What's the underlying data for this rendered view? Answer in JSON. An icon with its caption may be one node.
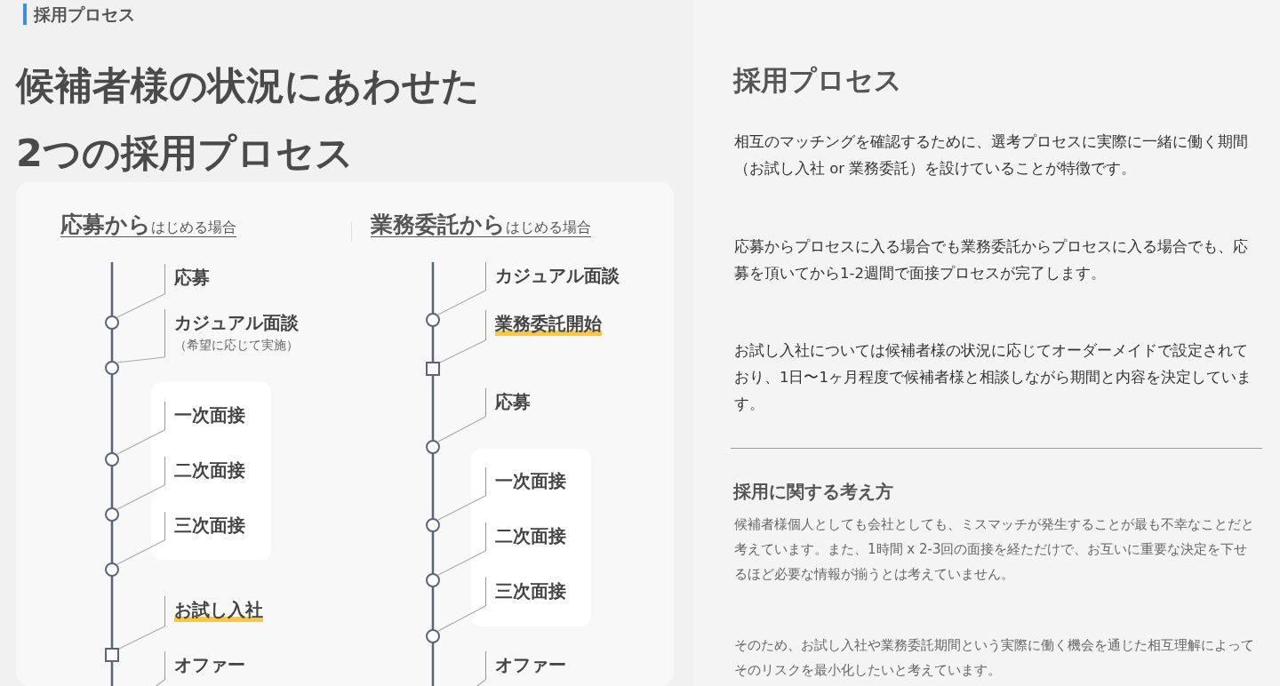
{
  "diagram": {
    "title": "候補者様の状況にあわせた2つの採用プロセス",
    "nodes": [
      {
        "text": [],
        "shape": "box"
      },
      {
        "text": [
          "応募"
        ],
        "in": 0
      },
      {
        "text": [],
        "shape": "circle",
        "in": 0
      },
      {
        "text": [
          "カジュアル面談",
          "（希望に応じて実施）"
        ],
        "in": 0
      },
      {
        "text": [],
        "shape": "circle",
        "in": 0
      },
      {
        "text": [],
        "shape": "box",
        "in": 0
      },
      {
        "text": [
          "一次面接"
        ],
        "in": 5
      },
      {
        "text": [],
        "shape": "circle",
        "in": 0
      },
      {
        "text": [
          "二次面接"
        ],
        "in": 5
      },
      {
        "text": [],
        "shape": "circle",
        "in": 0
      },
      {
        "text": [
          "三次面接"
        ],
        "in": 5
      },
      {
        "text": [],
        "shape": "circle",
        "in": 0
      },
      {
        "text": [
          "お試し入社"
        ],
        "in": 0
      },
      {
        "text": [],
        "shape": "box",
        "in": 0
      },
      {
        "text": [
          "オファー"
        ],
        "in": 0
      },
      {
        "text": [
          "カジュアル面談"
        ],
        "in": 0
      },
      {
        "text": [],
        "shape": "circle",
        "in": 0
      },
      {
        "text": [
          "業務委託開始"
        ],
        "in": 0
      },
      {
        "text": [],
        "shape": "box",
        "in": 0
      },
      {
        "text": [
          "応募"
        ],
        "in": 0
      },
      {
        "text": [],
        "shape": "circle",
        "in": 0
      },
      {
        "text": [],
        "shape": "box",
        "in": 0
      },
      {
        "text": [
          "一次面接"
        ],
        "in": 21
      },
      {
        "text": [],
        "shape": "circle",
        "in": 0
      },
      {
        "text": [
          "二次面接"
        ],
        "in": 21
      },
      {
        "text": [],
        "shape": "circle",
        "in": 0
      },
      {
        "text": [
          "三次面接"
        ],
        "in": 21
      },
      {
        "text": [],
        "shape": "circle",
        "in": 0
      },
      {
        "text": [
          "オファー"
        ],
        "in": 0
      }
    ],
    "edges": [
      {
        "from": 1,
        "to": 2,
        "arrow": "none"
      },
      {
        "from": 3,
        "to": 4,
        "arrow": "none"
      },
      {
        "from": 6,
        "to": 7,
        "arrow": "none"
      },
      {
        "from": 8,
        "to": 9,
        "arrow": "none"
      },
      {
        "from": 10,
        "to": 11,
        "arrow": "none"
      },
      {
        "from": 12,
        "to": 13,
        "arrow": "none"
      },
      {
        "from": 14,
        "to": null,
        "arrow": "none"
      },
      {
        "from": 15,
        "to": 16,
        "arrow": "none"
      },
      {
        "from": 17,
        "to": 18,
        "arrow": "none"
      },
      {
        "from": 19,
        "to": 20,
        "arrow": "none"
      },
      {
        "from": 22,
        "to": 23,
        "arrow": "none"
      },
      {
        "from": 24,
        "to": 25,
        "arrow": "none"
      },
      {
        "from": 26,
        "to": 27,
        "arrow": "none"
      },
      {
        "from": 28,
        "to": null,
        "arrow": "none"
      }
    ],
    "labels": [
      "採用プロセス",
      "**応募から**はじめる場合",
      "**業務委託から**はじめる場合",
      "採用プロセス",
      "相互のマッチングを確認するために、選考プロセスに実際に一緒に働く期間（お試し入社 or 業務委託）を設けていることが特徴です。",
      "応募からプロセスに入る場合でも業務委託からプロセスに入る場合でも、応募を頂いてから1-2週間で面接プロセスが完了します。",
      "お試し入社については候補者様の状況に応じてオーダーメイドで設定されており、1日〜1ヶ月程度で候補者様と相談しながら期間と内容を決定しています。",
      "採用に関する考え方",
      "候補者様個人としても会社としても、ミスマッチが発生することが最も不幸なことだと考えています。また、1時間 x 2-3回の面接を経ただけで、お互いに重要な決定を下せるほど必要な情報が揃うとは考えていません。",
      "そのため、お試し入社や業務委託期間という実際に働く機会を通じた相互理解によってそのリスクを最小化したいと考えています。"
    ]
  }
}
